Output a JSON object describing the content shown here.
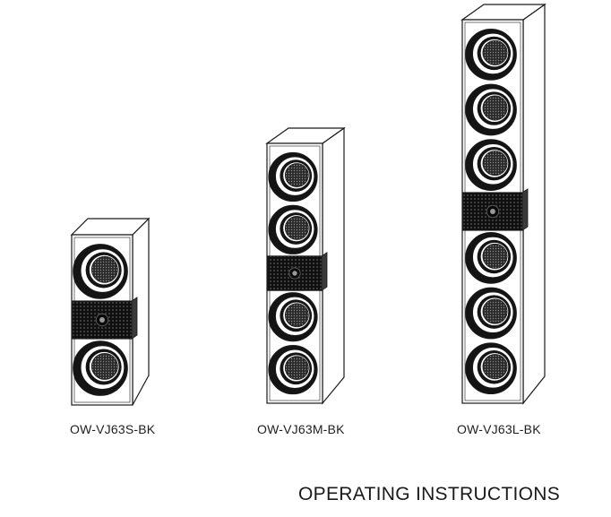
{
  "document": {
    "title": "OPERATING INSTRUCTIONS"
  },
  "speakers": [
    {
      "model": "OW-VJ63S-BK",
      "layout": [
        "woofer",
        "tweeter-panel",
        "woofer"
      ]
    },
    {
      "model": "OW-VJ63M-BK",
      "layout": [
        "woofer",
        "woofer",
        "tweeter-panel",
        "woofer",
        "woofer"
      ]
    },
    {
      "model": "OW-VJ63L-BK",
      "layout": [
        "woofer",
        "woofer",
        "woofer",
        "tweeter-panel",
        "woofer",
        "woofer",
        "woofer"
      ]
    }
  ],
  "colors": {
    "line": "#1a1a1a",
    "driver": "#141414",
    "side_panel": "#ffffff"
  }
}
